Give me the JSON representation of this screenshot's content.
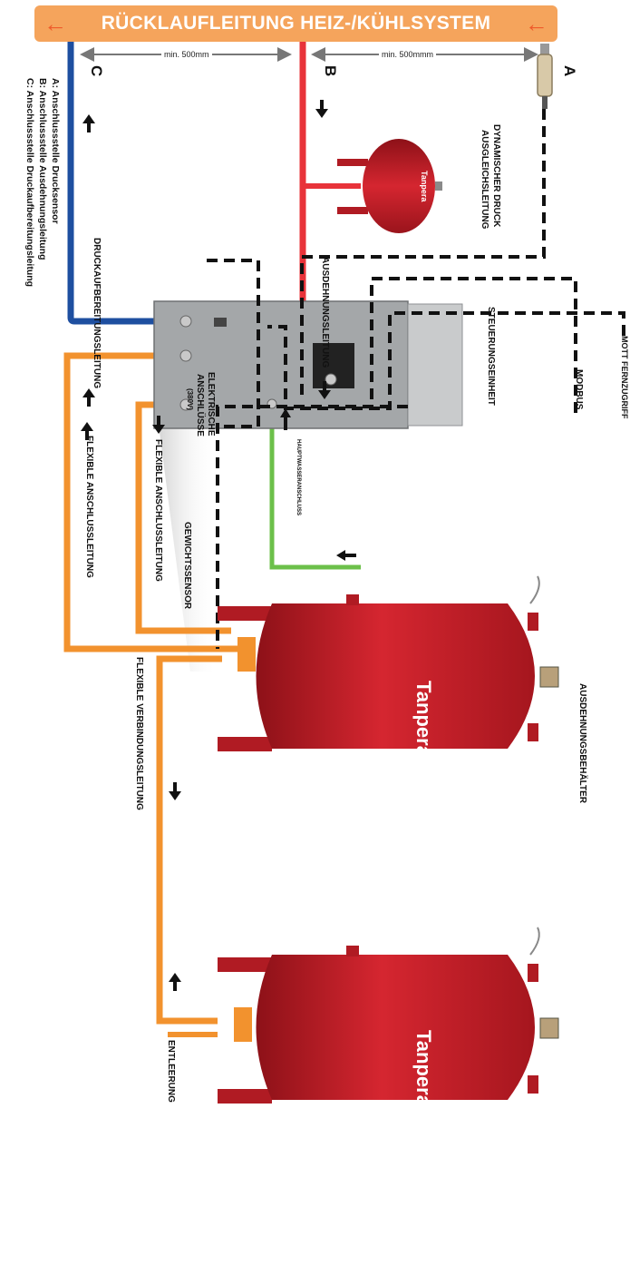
{
  "banner": {
    "title": "RÜCKLAUFLEITUNG HEIZ-/KÜHLSYSTEM",
    "color": "#f5a45c",
    "arrow_color": "#ef5a2a"
  },
  "dimensions": {
    "left": "min. 500mm",
    "right": "min. 500mmm"
  },
  "points": {
    "a": "A",
    "b": "B",
    "c": "C"
  },
  "legend": {
    "a": "A: Anschlussstelle Drucksensor",
    "b": "B: Anschlussstelle Ausdehnungsleitung",
    "c": "C: Anschlussstelle Druckaufbereitungsleitung"
  },
  "labels": {
    "dynamic_line_1": "DYNAMISCHER DRUCK",
    "dynamic_line_2": "AUSGLEICHSLEITUNG",
    "ausdehnungsleitung": "AUSDEHNUNGSLEITUNG",
    "druckaufbereitung": "DRUCKAUFBEREITUNGSLEITUNG",
    "mott": "MOTT FERNZUGRIFF",
    "modbus": "MODBUS",
    "elektrische_1": "ELEKTRISCHE",
    "elektrische_2": "ANSCHLÜSSE",
    "elektrische_3": "(380V)",
    "steuerung": "STEUERUNGSEINHEIT",
    "hauptwasser": "HAUPTWASSERANSCHLUSS",
    "flex1": "FLEXIBLE ANSCHLUSSLEITUNG",
    "flex2": "FLEXIBLE ANSCHLUSSLEITUNG",
    "gewicht": "GEWICHTSSENSOR",
    "ausdehnungsbehaelter": "AUSDEHNUNGSBEHÄLTER",
    "flex_verbindung": "FLEXIBLE VERBINDUNGSLEITUNG",
    "entleerung": "ENTLEERUNG"
  },
  "brand": {
    "logo_text": "Tanpera"
  },
  "colors": {
    "red_pipe": "#e8333a",
    "blue_pipe": "#1e4fa0",
    "orange_pipe": "#f2922e",
    "green_pipe": "#6cc04a",
    "tank_red": "#c8202a",
    "unit_grey": "#9fa2a4"
  }
}
